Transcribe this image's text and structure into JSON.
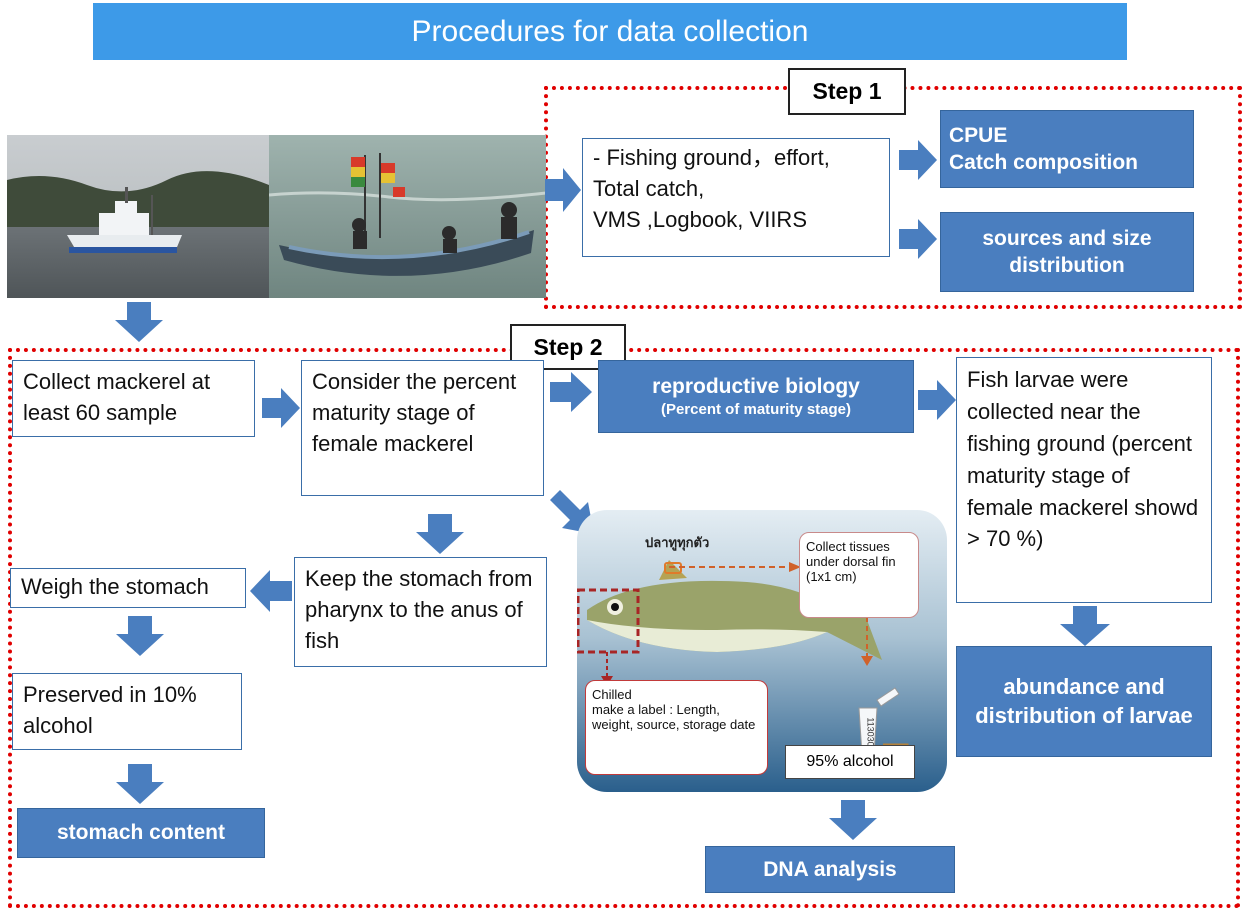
{
  "title": "Procedures for data collection",
  "step1": {
    "label": "Step 1",
    "input_lines": [
      "- Fishing ground，effort,",
      "Total catch,",
      "VMS ,Logbook, VIIRS"
    ],
    "output1_lines": [
      "CPUE",
      "Catch composition"
    ],
    "output2_lines": [
      "sources and size",
      "distribution"
    ]
  },
  "step2": {
    "label": "Step 2",
    "collect": "Collect mackerel at least 60 sample",
    "consider": "Consider the percent maturity stage of female mackerel",
    "reproductive_title": "reproductive biology",
    "reproductive_sub": "(Percent of maturity stage)",
    "larvae_text": "Fish larvae were collected near the fishing ground (percent maturity stage of female mackerel showd > 70 %)",
    "abundance": "abundance and distribution of larvae",
    "keep_stomach": "Keep the stomach from pharynx to the anus of fish",
    "weigh_stomach": "Weigh the stomach",
    "preserved": "Preserved in 10% alcohol",
    "stomach_content": "stomach content",
    "dna": "DNA analysis"
  },
  "fish_panel": {
    "thai_label": "ปลาทูทุกตัว",
    "collect_tissues": "Collect tissues under dorsal fin (1x1 cm)",
    "chilled_title": "Chilled",
    "chilled_text": "make a label : Length, weight, source, storage date",
    "alcohol": "95% alcohol",
    "tube_code": "11303012"
  },
  "colors": {
    "title_bar": "#3d9ae8",
    "box_blue": "#4a7ebf",
    "dotted_red": "#e00000"
  }
}
